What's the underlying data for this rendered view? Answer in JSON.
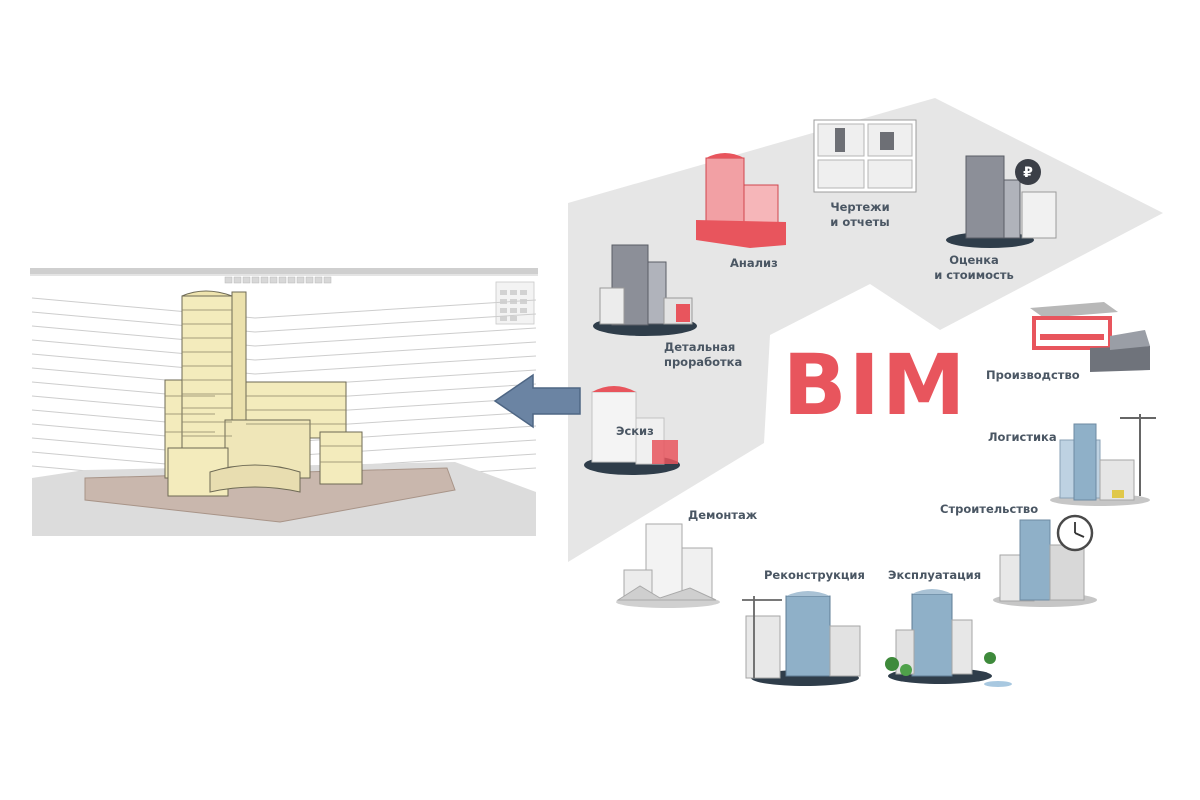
{
  "title": "BIM",
  "colors": {
    "accent": "#e8555d",
    "arrow": "#6b84a3",
    "panel": "#e6e6e6",
    "label": "#4a5663",
    "model": "#f3ebbc",
    "glass": "#8fb0c8"
  },
  "stages": {
    "sketch": "Эскиз",
    "detailed": "Детальная\nпроработка",
    "analysis": "Анализ",
    "drawings": "Чертежи\nи отчеты",
    "estimate": "Оценка\nи стоимость",
    "production": "Производство",
    "logistics": "Логистика",
    "construction": "Строительство",
    "operation": "Эксплуатация",
    "reconstruction": "Реконструкция",
    "demolition": "Демонтаж"
  },
  "icons": {
    "viewer": "bim-viewer-window-icon",
    "arrow": "arrow-left-icon",
    "ruble": "ruble-icon",
    "clock": "clock-icon"
  }
}
